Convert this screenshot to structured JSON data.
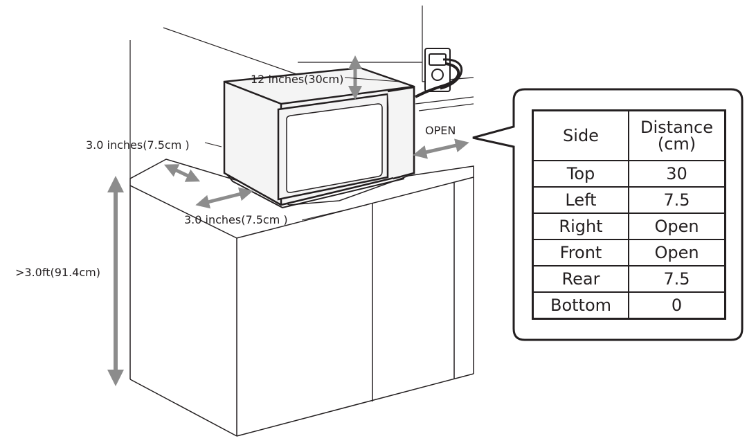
{
  "labels": {
    "top_clearance": "12 inches(30cm)",
    "left_clearance": "3.0 inches(7.5cm )",
    "front_clearance": "3.0 inches(7.5cm )",
    "counter_height": ">3.0ft(91.4cm)",
    "right_open": "OPEN"
  },
  "table": {
    "headers": {
      "side": "Side",
      "distance_line1": "Distance",
      "distance_line2": "(cm)"
    },
    "rows": [
      {
        "side": "Top",
        "distance": "30"
      },
      {
        "side": "Left",
        "distance": "7.5"
      },
      {
        "side": "Right",
        "distance": "Open"
      },
      {
        "side": "Front",
        "distance": "Open"
      },
      {
        "side": "Rear",
        "distance": "7.5"
      },
      {
        "side": "Bottom",
        "distance": "0"
      }
    ]
  },
  "colors": {
    "line": "#231f20",
    "arrow": "#8c8c8c",
    "microwave_body": "#f4f4f4"
  }
}
